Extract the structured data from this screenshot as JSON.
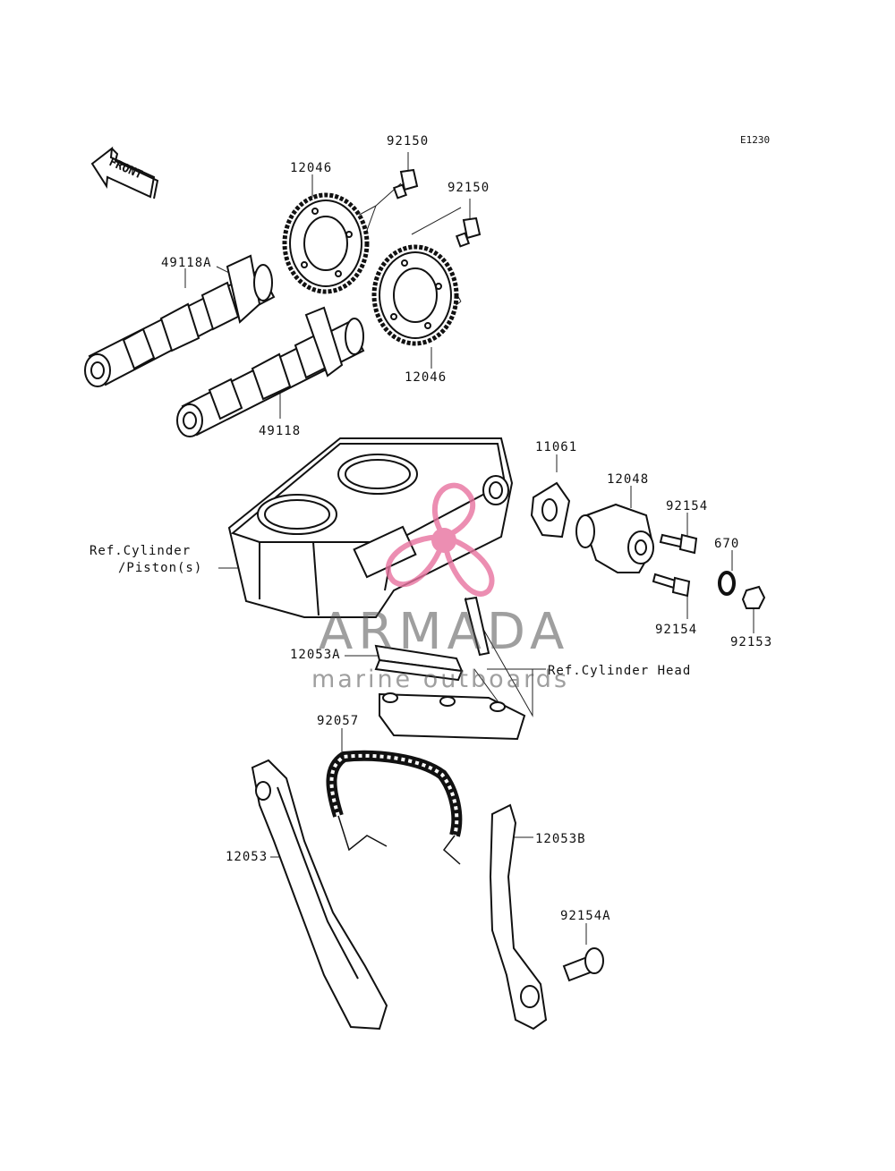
{
  "diagram_code": "E1230",
  "front_label": "FRONT",
  "labels": {
    "bolt_92150_a": "92150",
    "bolt_92150_b": "92150",
    "sprocket_12046_a": "12046",
    "sprocket_12046_b": "12046",
    "camshaft_49118A": "49118A",
    "camshaft_49118": "49118",
    "gasket_11061": "11061",
    "tensioner_12048": "12048",
    "bolt_92154_a": "92154",
    "bolt_92154_b": "92154",
    "oring_670": "670",
    "cap_92153": "92153",
    "ref_cylinder_line1": "Ref.Cylinder",
    "ref_cylinder_line2": "/Piston(s)",
    "guide_12053A": "12053A",
    "ref_cylinder_head": "Ref.Cylinder Head",
    "chain_92057": "92057",
    "guide_12053": "12053",
    "guide_12053B": "12053B",
    "bolt_92154A": "92154A"
  },
  "watermark": {
    "title": "ARMADA",
    "subtitle": "marine outboards",
    "logo_color": "#e8739f",
    "text_color": "#555555"
  }
}
